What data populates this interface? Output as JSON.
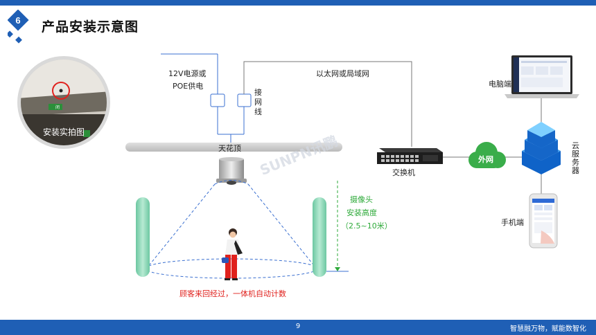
{
  "header": {
    "section_number": "6",
    "title": "产品安装示意图"
  },
  "photo": {
    "caption": "安装实拍图",
    "sign_text": "闭"
  },
  "labels": {
    "power_line1": "12V电源或",
    "power_line2": "POE供电",
    "network_vertical": [
      "接",
      "网",
      "线"
    ],
    "ethernet": "以太网或局域网",
    "ceiling": "天花顶",
    "switch": "交换机",
    "internet": "外网",
    "cloud_server_vertical": [
      "云",
      "服",
      "务",
      "器"
    ],
    "pc": "电脑端",
    "mobile": "手机端",
    "camera_height_line1": "摄像头",
    "camera_height_line2": "安装高度",
    "camera_height_line3": "（2.5~10米）",
    "bottom_caption": "顾客来回经过，一体机自动计数",
    "watermark": "SUNPN讯鹏"
  },
  "footer": {
    "page_number": "9",
    "slogan": "智慧融万物，赋能数智化"
  },
  "colors": {
    "brand_blue": "#1f5fb5",
    "line_blue": "#3a6fd0",
    "green_label": "#2eaa3a",
    "pillar_green": "#8fd6b8",
    "caption_red": "#e0211d"
  }
}
